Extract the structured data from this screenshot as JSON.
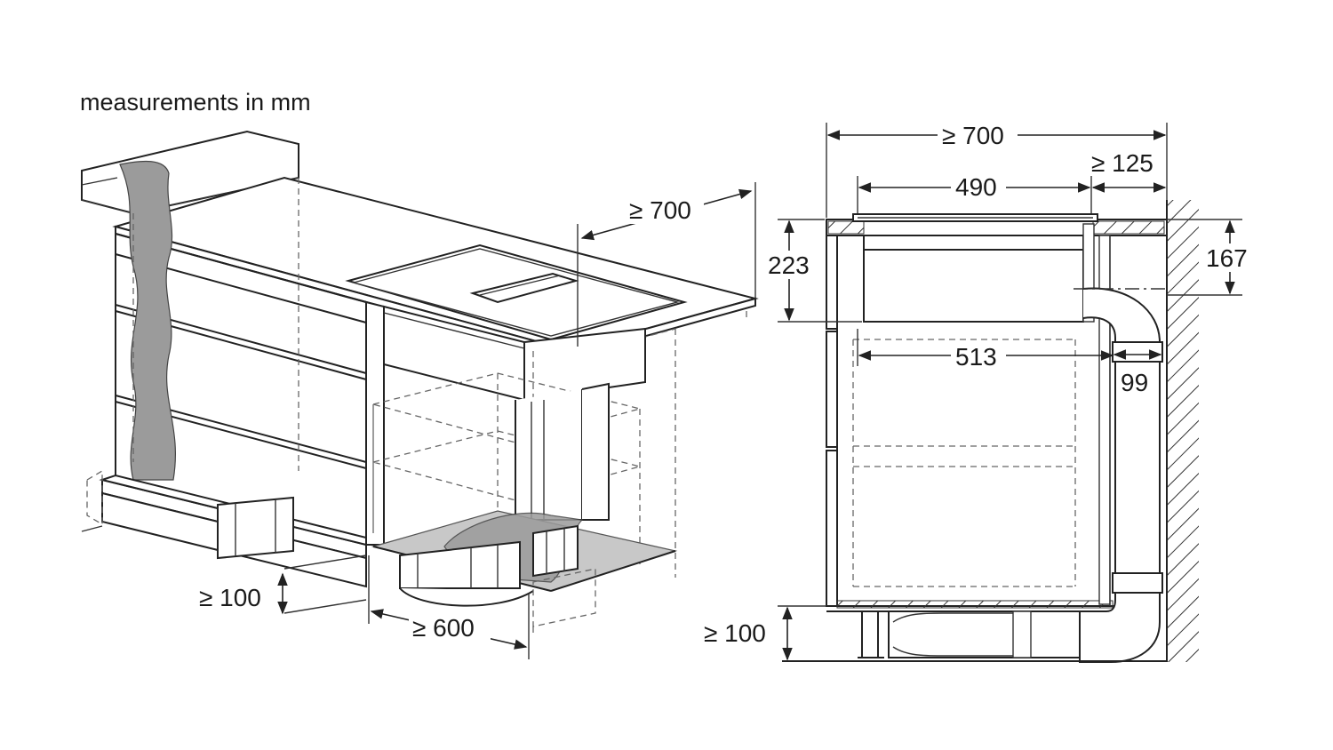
{
  "caption": "measurements in mm",
  "left_view": {
    "dim_depth_top": "≥ 700",
    "dim_plinth_height": "≥ 100",
    "dim_cabinet_width": "≥ 600"
  },
  "right_view": {
    "dim_total_depth": "≥ 700",
    "dim_wall_gap": "≥ 125",
    "dim_hob_width": "490",
    "dim_unit_height": "223",
    "dim_duct_center": "167",
    "dim_inner_width": "513",
    "dim_duct_width": "99",
    "dim_plinth_height": "≥ 100"
  },
  "colors": {
    "line": "#222222",
    "shade": "#9b9b9b",
    "shade_light": "#c8c8c8"
  }
}
